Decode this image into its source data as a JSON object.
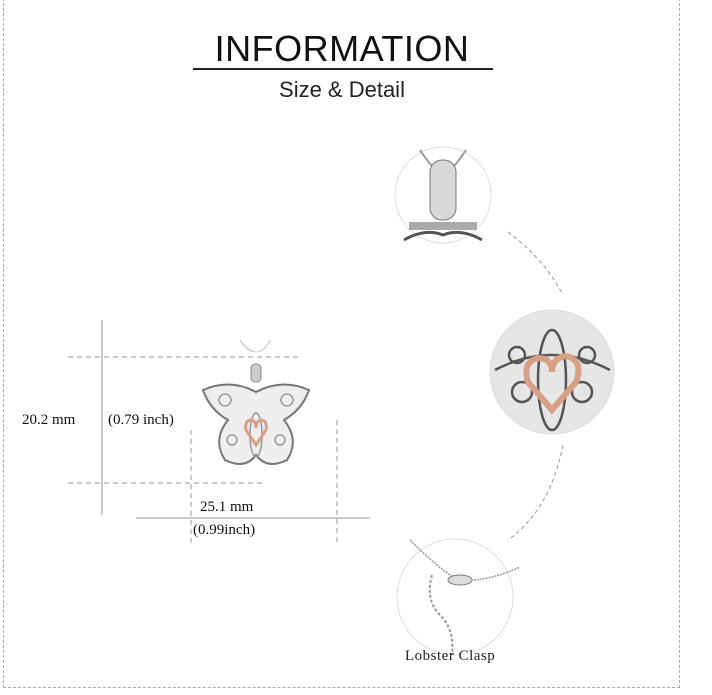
{
  "header": {
    "title": "INFORMATION",
    "subtitle": "Size & Detail"
  },
  "dimensions": {
    "height_mm": "20.2 mm",
    "height_inch": "(0.79 inch)",
    "width_mm": "25.1 mm",
    "width_inch": "(0.99inch)"
  },
  "details": {
    "clasp_caption": "Lobster  Clasp"
  },
  "colors": {
    "silver": "#b8b8b8",
    "rose_gold": "#d9a088",
    "text": "#111111",
    "guide": "#999999"
  }
}
